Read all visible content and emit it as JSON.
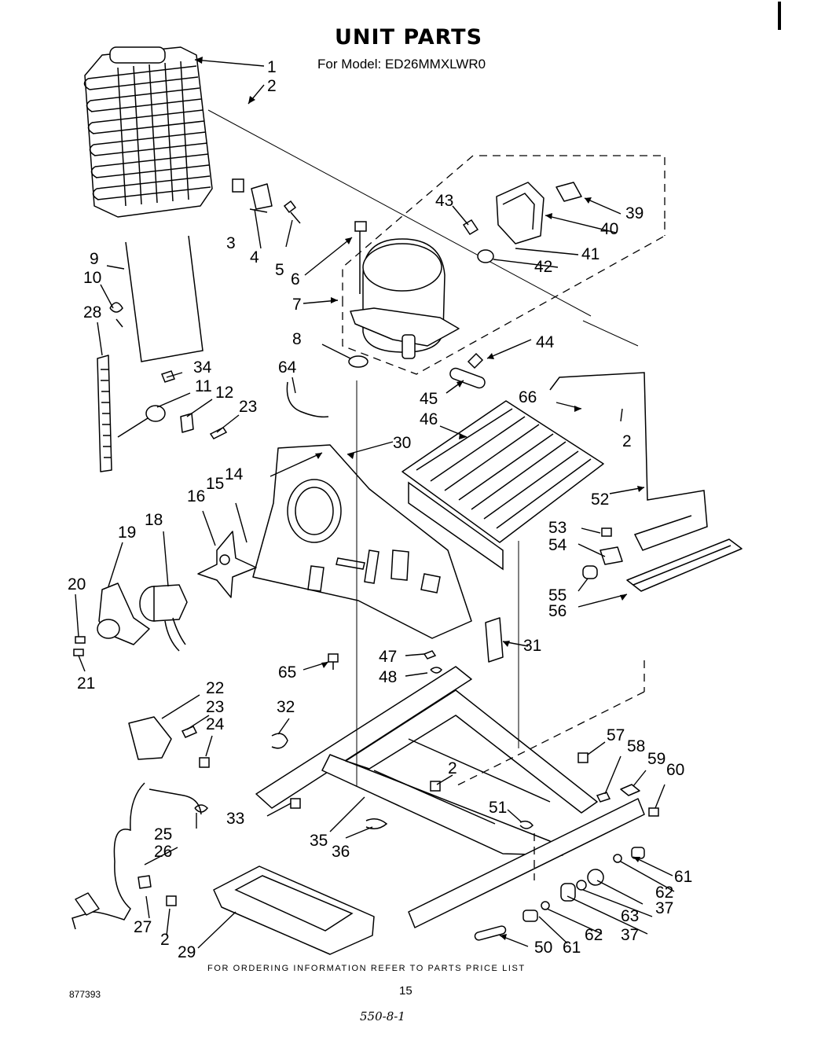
{
  "header": {
    "title": "UNIT PARTS",
    "model_line": "For Model: ED26MMXLWR0"
  },
  "footer": {
    "ordering_note": "FOR ORDERING INFORMATION REFER TO PARTS PRICE LIST",
    "page_number": "15",
    "doc_code": "877393",
    "handwritten_note": "550-8-1"
  },
  "callouts": [
    "1",
    "2",
    "3",
    "4",
    "5",
    "6",
    "7",
    "8",
    "9",
    "10",
    "28",
    "34",
    "11",
    "12",
    "23",
    "64",
    "14",
    "15",
    "16",
    "18",
    "19",
    "20",
    "21",
    "43",
    "39",
    "40",
    "41",
    "42",
    "44",
    "45",
    "46",
    "66",
    "2",
    "30",
    "52",
    "53",
    "54",
    "55",
    "56",
    "31",
    "47",
    "48",
    "65",
    "22",
    "23",
    "24",
    "32",
    "25",
    "26",
    "27",
    "2",
    "29",
    "33",
    "35",
    "36",
    "2",
    "51",
    "57",
    "58",
    "59",
    "60",
    "61",
    "62",
    "37",
    "63",
    "37",
    "62",
    "61",
    "50"
  ]
}
